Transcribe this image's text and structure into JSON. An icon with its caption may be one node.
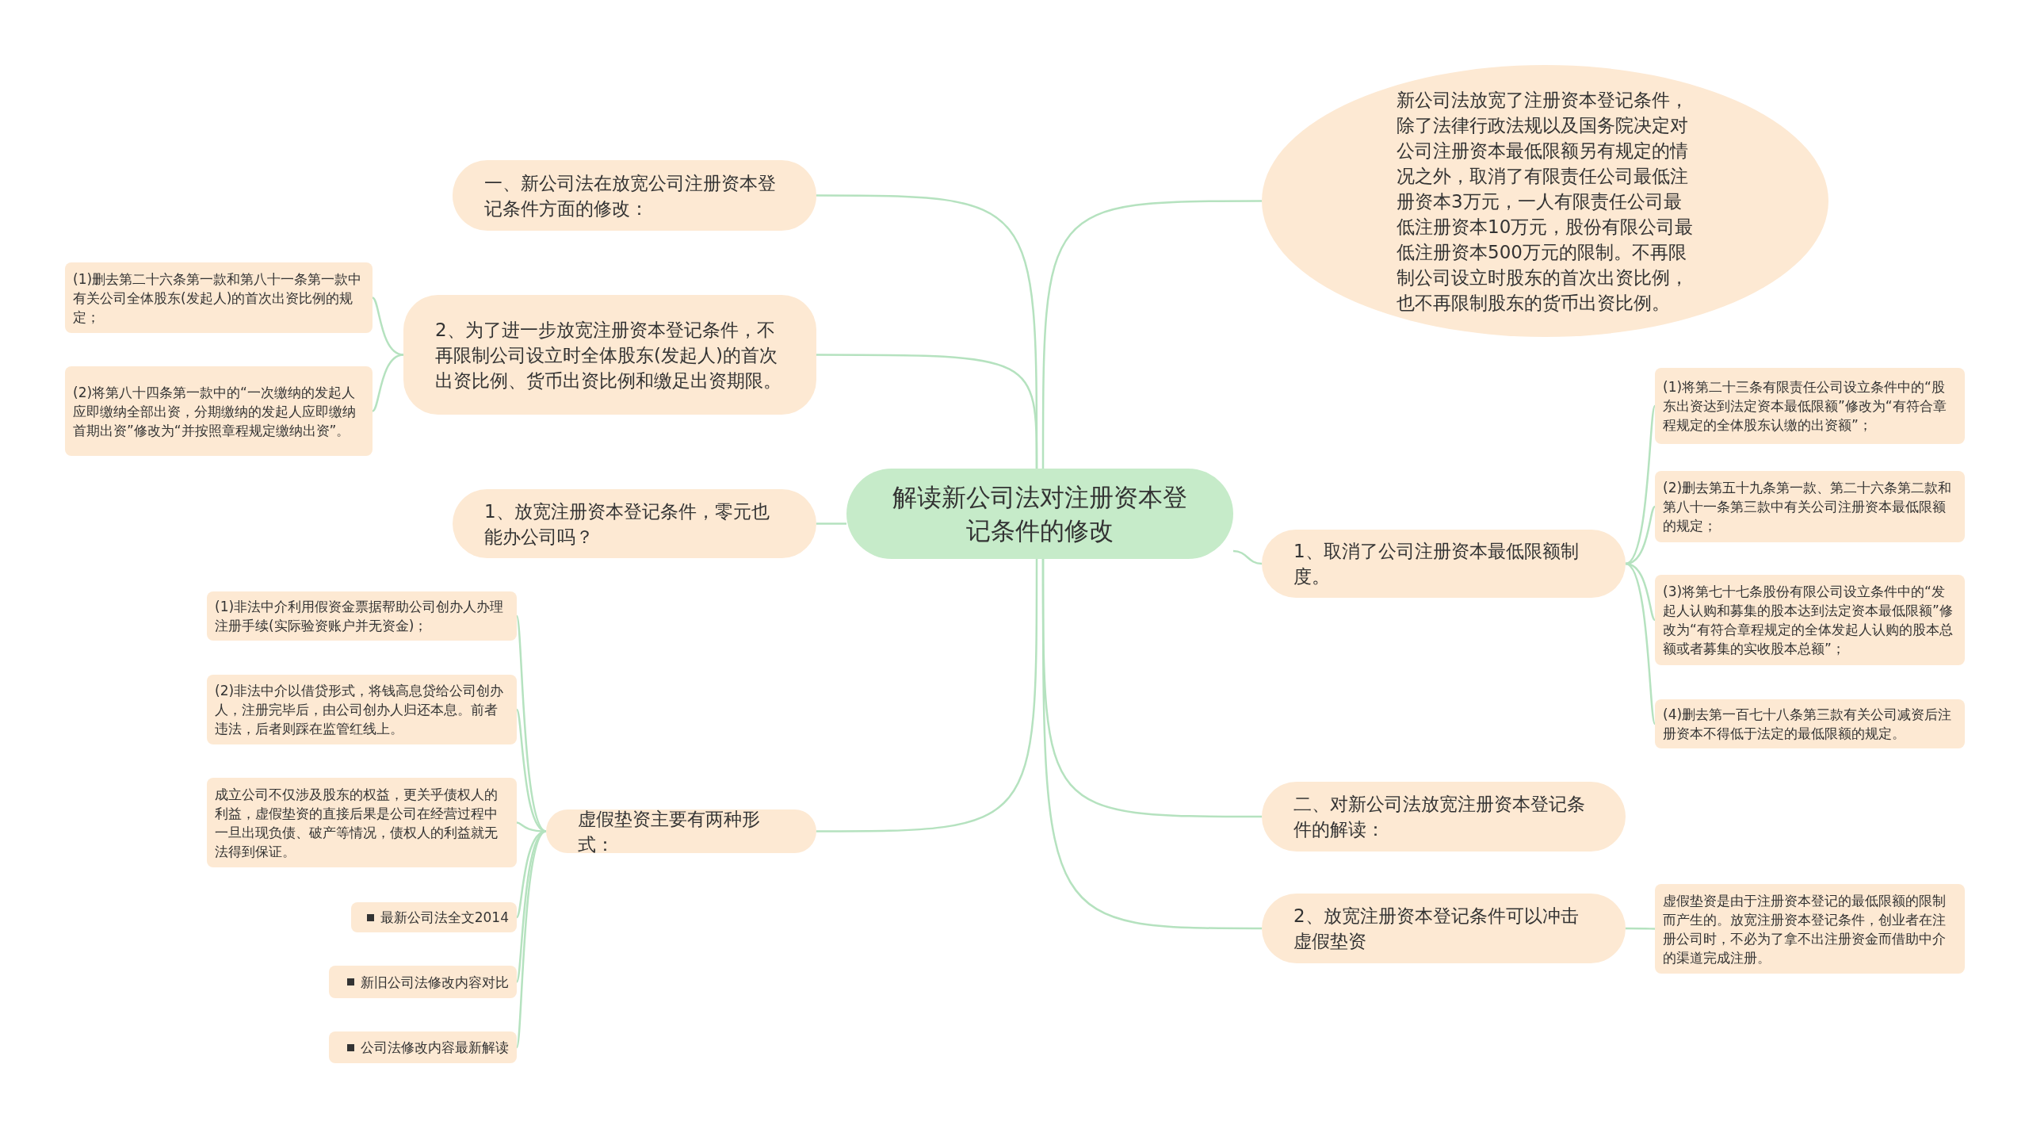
{
  "diagram": {
    "nodes": [
      {
        "text": [
          "解读新公司法对注册资本登记条件的修改"
        ]
      },
      {
        "text": [
          "一、新公司法在放宽公司注册资本登记条件方面的修改："
        ]
      },
      {
        "text": [
          "2、为了进一步放宽注册资本登记条件，不再限制公司设立时全体股东(发起人)的首次出资比例、货币出资比例和缴足出资期限。"
        ]
      },
      {
        "text": [
          "(1)删去第二十六条第一款和第八十一条第一款中有关公司全体股东(发起人)的首次出资比例的规定；"
        ]
      },
      {
        "text": [
          "(2)将第八十四条第一款中的“一次缴纳的发起人应即缴纳全部出资，分期缴纳的发起人应即缴纳首期出资”修改为“并按照章程规定缴纳出资”。"
        ]
      },
      {
        "text": [
          "1、放宽注册资本登记条件，零元也能办公司吗？"
        ]
      },
      {
        "text": [
          "虚假垫资主要有两种形式："
        ]
      },
      {
        "text": [
          "(1)非法中介利用假资金票据帮助公司创办人办理注册手续(实际验资账户并无资金)；"
        ]
      },
      {
        "text": [
          "(2)非法中介以借贷形式，将钱高息贷给公司创办人，注册完毕后，由公司创办人归还本息。前者违法，后者则踩在监管红线上。"
        ]
      },
      {
        "text": [
          "成立公司不仅涉及股东的权益，更关乎债权人的利益，虚假垫资的直接后果是公司在经营过程中一旦出现负债、破产等情况，债权人的利益就无法得到保证。"
        ]
      },
      {
        "text": [
          "最新公司法全文2014"
        ]
      },
      {
        "text": [
          "新旧公司法修改内容对比"
        ]
      },
      {
        "text": [
          "公司法修改内容最新解读"
        ]
      },
      {
        "text": [
          "新公司法放宽了注册资本登记条件，除了法律行政法规以及国务院决定对公司注册资本最低限额另有规定的情况之外，取消了有限责任公司最低注册资本3万元，一人有限责任公司最低注册资本10万元，股份有限公司最低注册资本500万元的限制。不再限制公司设立时股东的首次出资比例，也不再限制股东的货币出资比例。"
        ]
      },
      {
        "text": [
          "1、取消了公司注册资本最低限额制度。"
        ]
      },
      {
        "text": [
          "(1)将第二十三条有限责任公司设立条件中的“股东出资达到法定资本最低限额”修改为“有符合章程规定的全体股东认缴的出资额”；"
        ]
      },
      {
        "text": [
          "(2)删去第五十九条第一款、第二十六条第二款和第八十一条第三款中有关公司注册资本最低限额的规定；"
        ]
      },
      {
        "text": [
          "(3)将第七十七条股份有限公司设立条件中的“发起人认购和募集的股本达到法定资本最低限额”修改为“有符合章程规定的全体发起人认购的股本总额或者募集的实收股本总额”；"
        ]
      },
      {
        "text": [
          "(4)删去第一百七十八条第三款有关公司减资后注册资本不得低于法定的最低限额的规定。"
        ]
      },
      {
        "text": [
          "二、对新公司法放宽注册资本登记条件的解读："
        ]
      },
      {
        "text": [
          "2、放宽注册资本登记条件可以冲击虚假垫资"
        ]
      },
      {
        "text": [
          "虚假垫资是由于注册资本登记的最低限额的限制而产生的。放宽注册资本登记条件，创业者在注册公司时，不必为了拿不出注册资金而借助中介的渠道完成注册。"
        ]
      }
    ],
    "edges": [
      {
        "from": 0,
        "to": 1,
        "arrow": "none"
      },
      {
        "from": 0,
        "to": 2,
        "arrow": "none"
      },
      {
        "from": 2,
        "to": 3,
        "arrow": "none"
      },
      {
        "from": 2,
        "to": 4,
        "arrow": "none"
      },
      {
        "from": 0,
        "to": 5,
        "arrow": "none"
      },
      {
        "from": 0,
        "to": 6,
        "arrow": "none"
      },
      {
        "from": 6,
        "to": 7,
        "arrow": "none"
      },
      {
        "from": 6,
        "to": 8,
        "arrow": "none"
      },
      {
        "from": 6,
        "to": 9,
        "arrow": "none"
      },
      {
        "from": 6,
        "to": 10,
        "arrow": "none"
      },
      {
        "from": 6,
        "to": 11,
        "arrow": "none"
      },
      {
        "from": 6,
        "to": 12,
        "arrow": "none"
      },
      {
        "from": 0,
        "to": 13,
        "arrow": "none"
      },
      {
        "from": 0,
        "to": 14,
        "arrow": "none"
      },
      {
        "from": 14,
        "to": 15,
        "arrow": "none"
      },
      {
        "from": 14,
        "to": 16,
        "arrow": "none"
      },
      {
        "from": 14,
        "to": 17,
        "arrow": "none"
      },
      {
        "from": 14,
        "to": 18,
        "arrow": "none"
      },
      {
        "from": 0,
        "to": 19,
        "arrow": "none"
      },
      {
        "from": 0,
        "to": 20,
        "arrow": "none"
      },
      {
        "from": 20,
        "to": 21,
        "arrow": "none"
      }
    ]
  }
}
